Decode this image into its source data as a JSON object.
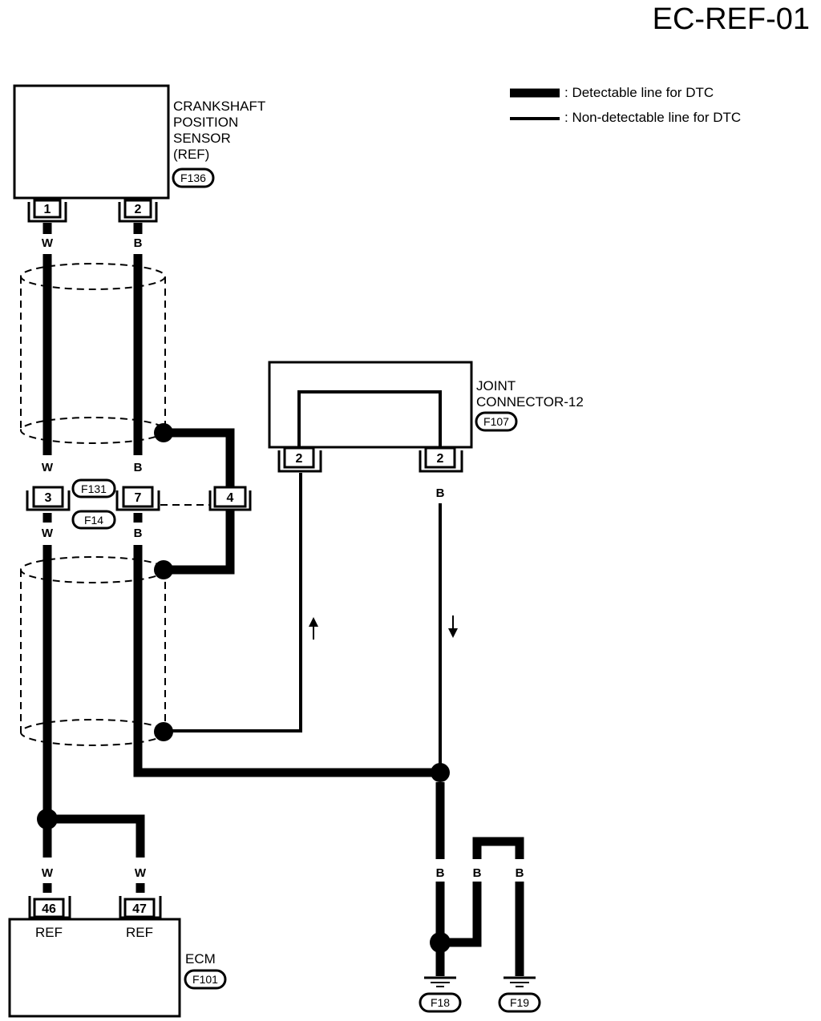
{
  "title": "EC-REF-01",
  "legend": {
    "detectable": ": Detectable line for DTC",
    "non_detectable": ": Non-detectable line for DTC"
  },
  "crank_sensor": {
    "line1": "CRANKSHAFT",
    "line2": "POSITION",
    "line3": "SENSOR",
    "line4": "(REF)",
    "connector": "F136",
    "pin1": "1",
    "pin2": "2"
  },
  "joint_connector": {
    "line1": "JOINT",
    "line2": "CONNECTOR-12",
    "connector": "F107",
    "pin_left": "2",
    "pin_right": "2"
  },
  "mid_connector": {
    "code_top": "F131",
    "code_bottom": "F14",
    "pin_w": "3",
    "pin_b": "7",
    "pin_shield": "4"
  },
  "ecm": {
    "name": "ECM",
    "connector": "F101",
    "pin_a": "46",
    "pin_b": "47",
    "pin_a_label": "REF",
    "pin_b_label": "REF"
  },
  "wires": {
    "w": "W",
    "b": "B"
  },
  "grounds": {
    "left": "F18",
    "right": "F19"
  }
}
